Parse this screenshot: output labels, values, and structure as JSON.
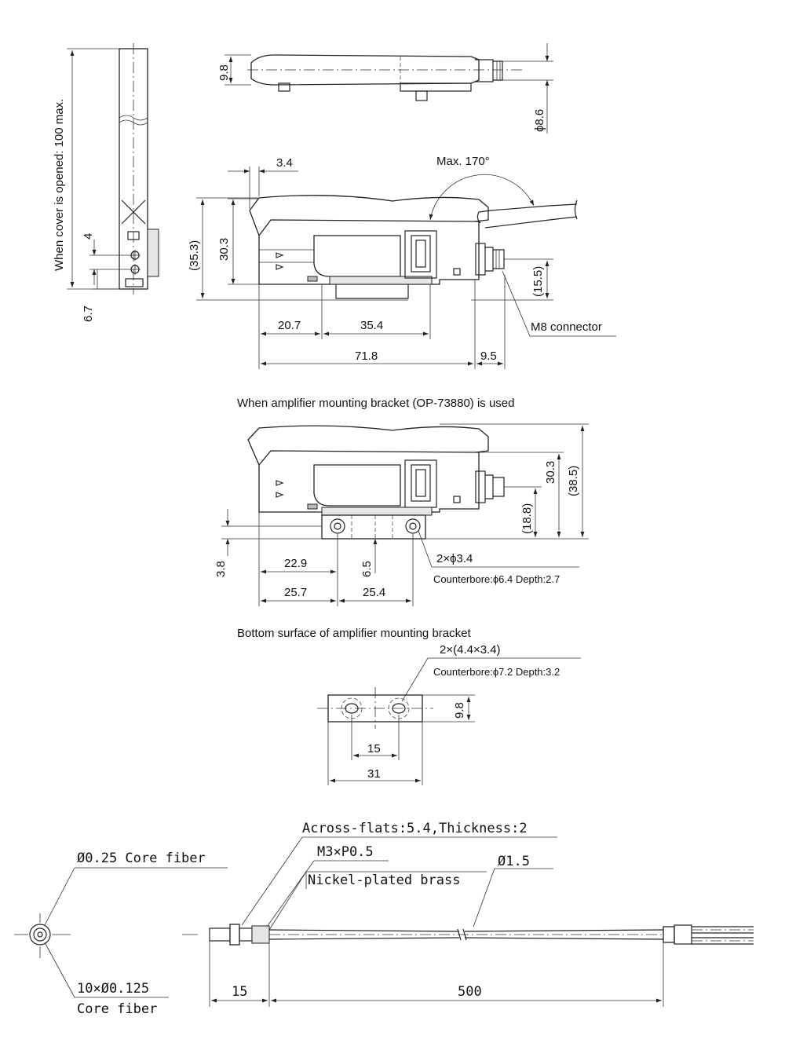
{
  "labels": {
    "cover_opened": "When cover is opened: 100 max.",
    "dim_4": "4",
    "dim_6_7": "6.7",
    "dim_9_8_top": "9.8",
    "dim_phi_8_6": "ϕ8.6",
    "dim_3_4": "3.4",
    "max_angle": "Max. 170°",
    "dim_35_3": "(35.3)",
    "dim_30_3": "30.3",
    "dim_15_5": "(15.5)",
    "m8_connector": "M8 connector",
    "dim_20_7": "20.7",
    "dim_35_4": "35.4",
    "dim_71_8": "71.8",
    "dim_9_5": "9.5",
    "bracket_title": "When amplifier mounting bracket (OP-73880) is used",
    "dim_30_3_b": "30.3",
    "dim_38_5": "(38.5)",
    "dim_18_8": "(18.8)",
    "dim_3_8": "3.8",
    "dim_22_9": "22.9",
    "dim_6_5": "6.5",
    "holes_2x": "2×ϕ3.4",
    "counterbore_1": "Counterbore:ϕ6.4 Depth:2.7",
    "dim_25_7": "25.7",
    "dim_25_4": "25.4",
    "bottom_title": "Bottom surface of amplifier mounting bracket",
    "slots_2x": "2×(4.4×3.4)",
    "counterbore_2": "Counterbore:ϕ7.2 Depth:3.2",
    "dim_9_8_b": "9.8",
    "dim_15_b": "15",
    "dim_31": "31",
    "core_fiber_025": "Ø0.25 Core fiber",
    "core_fiber_10x": "10×Ø0.125",
    "core_fiber_label": "Core fiber",
    "across_flats": "Across-flats:5.4,Thickness:2",
    "thread": "M3×P0.5",
    "brass": "Nickel-plated brass",
    "phi_1_5": "Ø1.5",
    "dim_15_f": "15",
    "dim_500": "500"
  }
}
